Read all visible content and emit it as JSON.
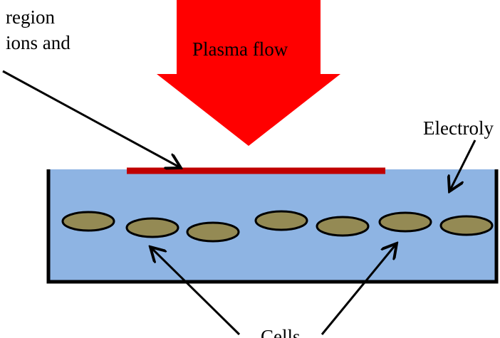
{
  "labels": {
    "region_line1": "region",
    "region_line2": "ions and",
    "plasma_flow": "Plasma flow",
    "electrolyte": "Electroly",
    "cells": "Cells"
  },
  "colors": {
    "plasma_arrow": "#ff0000",
    "active_layer": "#c00000",
    "electrolyte_fill": "#8eb4e3",
    "cell_fill": "#948a54",
    "outline": "#000000"
  },
  "icons": {
    "plasma": "down-arrow-icon",
    "pointer": "line-arrow-icon"
  }
}
